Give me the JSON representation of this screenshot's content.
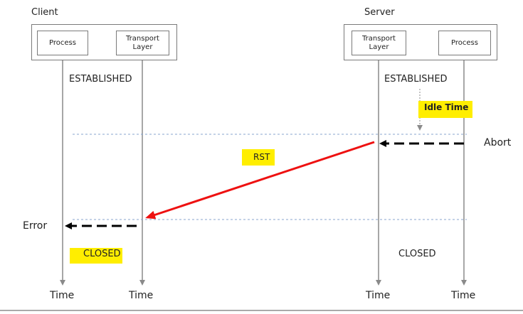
{
  "client": {
    "label": "Client",
    "process": "Process",
    "transport": "Transport\nLayer"
  },
  "server": {
    "label": "Server",
    "transport": "Transport\nLayer",
    "process": "Process"
  },
  "states": {
    "client_established": "ESTABLISHED",
    "server_established": "ESTABLISHED",
    "client_closed": "CLOSED",
    "server_closed": "CLOSED"
  },
  "annotations": {
    "idle_time": "Idle Time",
    "rst": "RST",
    "abort": "Abort",
    "error": "Error"
  },
  "time_labels": [
    "Time",
    "Time",
    "Time",
    "Time"
  ],
  "colors": {
    "highlight": "#ffee00",
    "rst_arrow": "#ee1111",
    "timeline": "#8a8a8a",
    "guide_line": "#8aa6cf",
    "dashed_arrow": "#000000"
  }
}
